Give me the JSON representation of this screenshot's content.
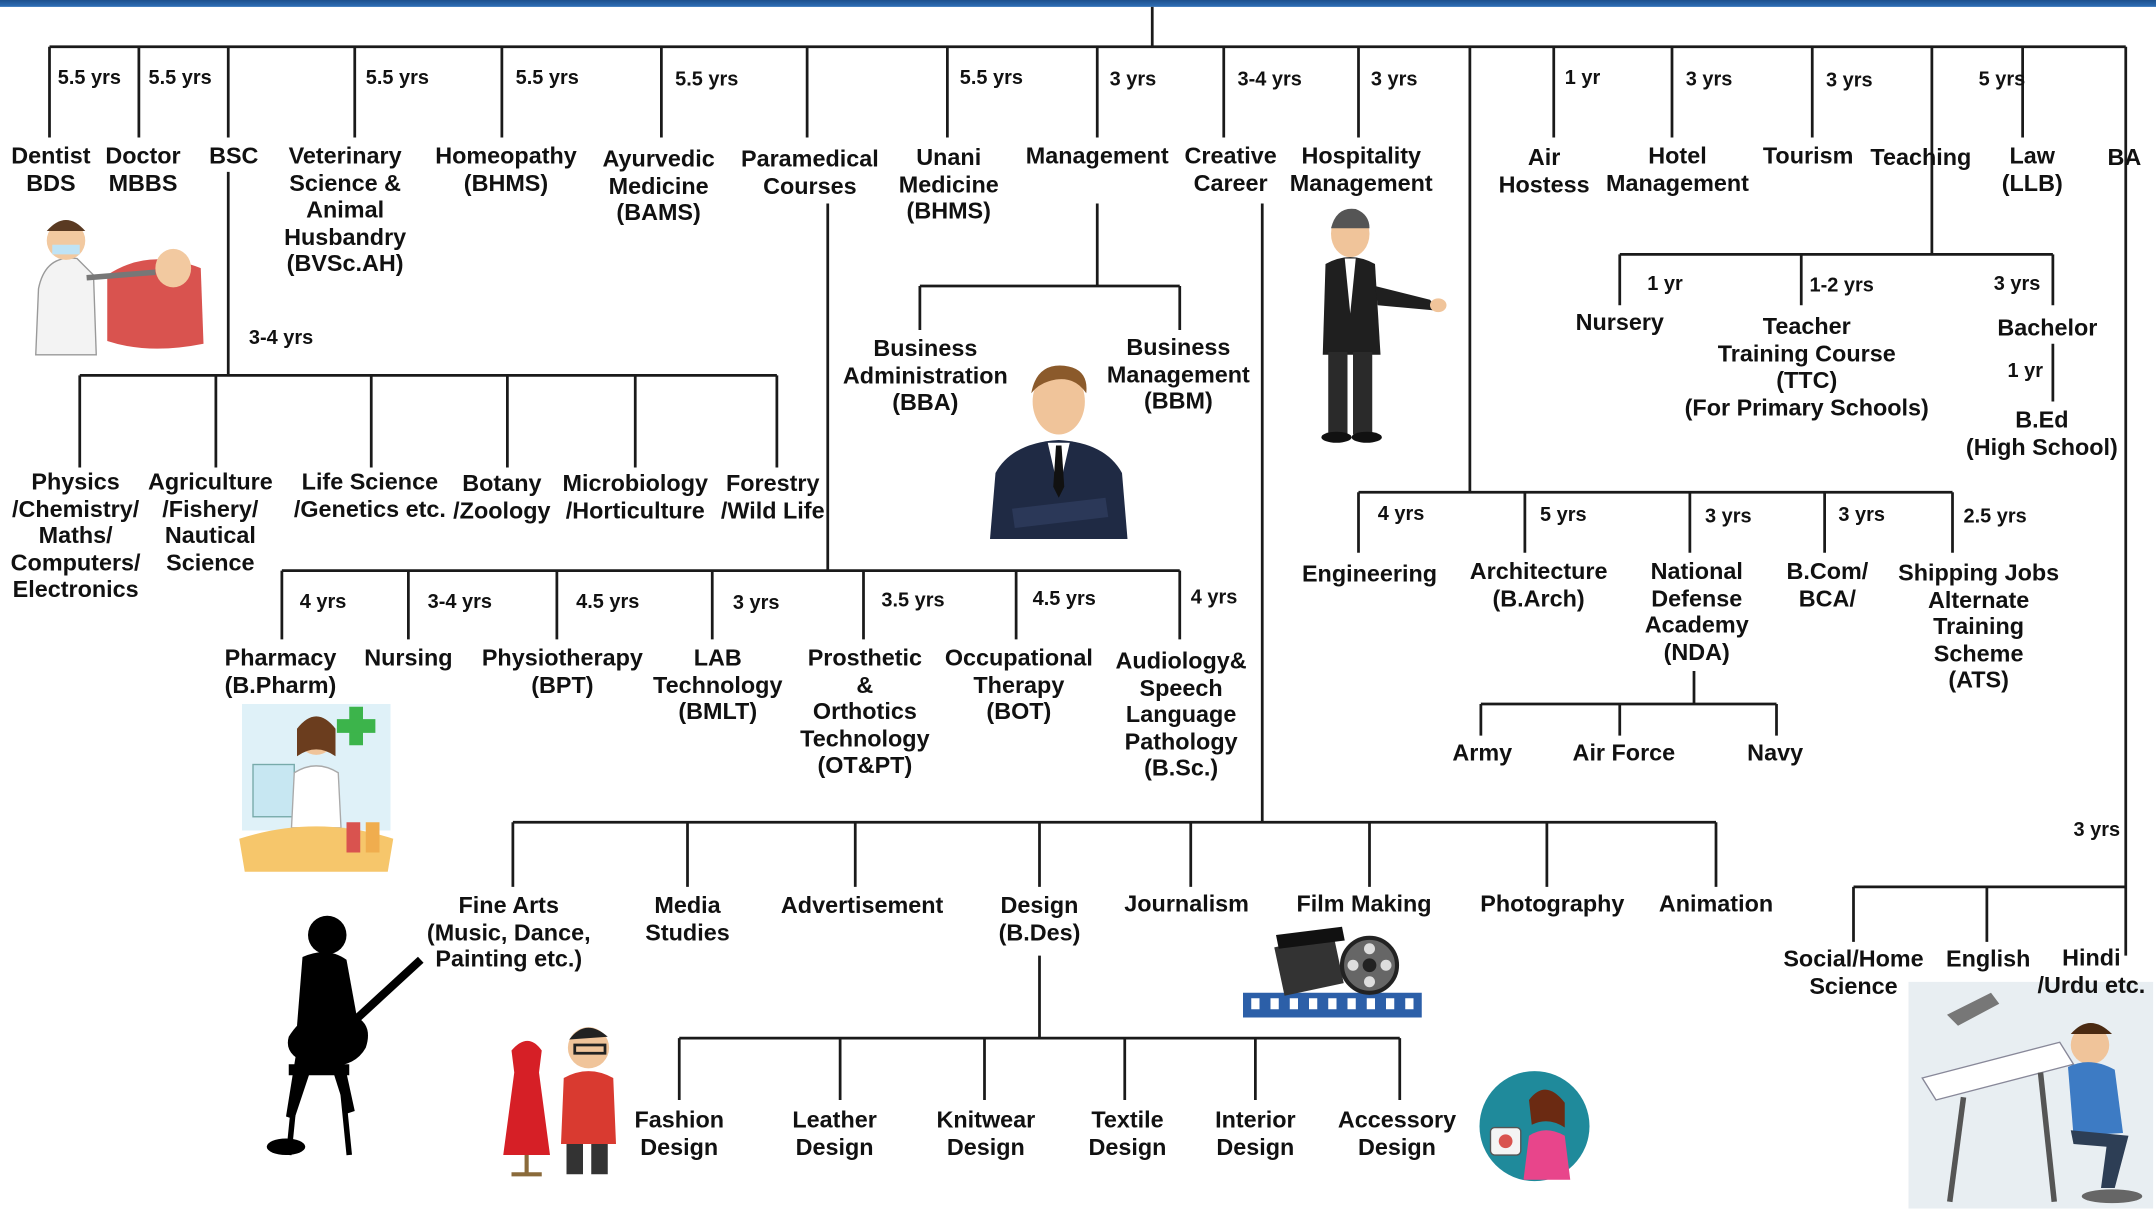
{
  "nodes": {
    "dentist": "Dentist\nBDS",
    "doctor": "Doctor\nMBBS",
    "bsc": "BSC",
    "veterinary": "Veterinary\nScience &\nAnimal\nHusbandry\n(BVSc.AH)",
    "homeopathy": "Homeopathy\n(BHMS)",
    "ayurvedic": "Ayurvedic\nMedicine\n(BAMS)",
    "paramedical": "Paramedical\nCourses",
    "unani": "Unani\nMedicine\n(BHMS)",
    "management": "Management",
    "creative": "Creative\nCareer",
    "hospitality": "Hospitality\nManagement",
    "air_hostess": "Air\nHostess",
    "hotel": "Hotel\nManagement",
    "tourism": "Tourism",
    "teaching": "Teaching",
    "law": "Law\n(LLB)",
    "ba": "BA",
    "physics": "Physics\n/Chemistry/\nMaths/\nComputers/\nElectronics",
    "agriculture": "Agriculture\n/Fishery/\nNautical\nScience",
    "life_science": "Life Science\n/Genetics etc.",
    "botany": "Botany\n/Zoology",
    "microbiology": "Microbiology\n/Horticulture",
    "forestry": "Forestry\n/Wild Life",
    "bba": "Business\nAdministration\n(BBA)",
    "bbm": "Business\nManagement\n(BBM)",
    "nursery": "Nursery",
    "ttc": "Teacher\nTraining Course\n(TTC)\n(For Primary Schools)",
    "bachelor": "Bachelor",
    "bed": "B.Ed\n(High School)",
    "engineering": "Engineering",
    "architecture": "Architecture\n(B.Arch)",
    "nda": "National\nDefense\nAcademy\n(NDA)",
    "bcom": "B.Com/\nBCA/",
    "shipping": "Shipping Jobs\nAlternate\nTraining\nScheme\n(ATS)",
    "army": "Army",
    "air_force": "Air Force",
    "navy": "Navy",
    "pharmacy": "Pharmacy\n(B.Pharm)",
    "nursing": "Nursing",
    "physiotherapy": "Physiotherapy\n(BPT)",
    "lab": "LAB\nTechnology\n(BMLT)",
    "prosthetic": "Prosthetic\n&\nOrthotics\nTechnology\n(OT&PT)",
    "occupational": "Occupational\nTherapy\n(BOT)",
    "audiology": "Audiology&\nSpeech\nLanguage\nPathology\n(B.Sc.)",
    "fine_arts": "Fine Arts\n(Music, Dance,\nPainting  etc.)",
    "media": "Media\nStudies",
    "advertisement": "Advertisement",
    "design": "Design\n(B.Des)",
    "journalism": "Journalism",
    "film": "Film Making",
    "photography": "Photography",
    "animation": "Animation",
    "fashion": "Fashion\nDesign",
    "leather": "Leather\nDesign",
    "knitwear": "Knitwear\nDesign",
    "textile": "Textile\nDesign",
    "interior": "Interior\nDesign",
    "accessory": "Accessory\nDesign",
    "social": "Social/Home\nScience",
    "english": "English",
    "hindi": "Hindi\n/Urdu etc."
  },
  "durations": {
    "dentist": "5.5 yrs",
    "doctor": "5.5 yrs",
    "veterinary": "5.5 yrs",
    "homeopathy": "5.5 yrs",
    "ayurvedic": "5.5 yrs",
    "unani": "5.5 yrs",
    "management": "3 yrs",
    "creative": "3-4 yrs",
    "hospitality": "3 yrs",
    "air_hostess": "1 yr",
    "hotel": "3 yrs",
    "tourism": "3 yrs",
    "law": "5 yrs",
    "bsc_sub": "3-4 yrs",
    "nursery": "1 yr",
    "ttc": "1-2 yrs",
    "bachelor": "3 yrs",
    "bed": "1 yr",
    "engineering": "4 yrs",
    "architecture": "5 yrs",
    "nda": "3 yrs",
    "bcom": "3 yrs",
    "shipping": "2.5 yrs",
    "pharmacy": "4 yrs",
    "nursing": "3-4 yrs",
    "physiotherapy": "4.5 yrs",
    "lab": "3 yrs",
    "prosthetic": "3.5 yrs",
    "occupational": "4.5 yrs",
    "audiology": "4 yrs",
    "ba_sub": "3 yrs"
  },
  "illustrations": [
    "dentist-illustration",
    "businessman-illustration",
    "host-illustration",
    "pharmacist-illustration",
    "guitarist-silhouette",
    "fashion-designer-illustration",
    "film-reel-illustration",
    "tailor-illustration",
    "drafting-designer-illustration"
  ]
}
